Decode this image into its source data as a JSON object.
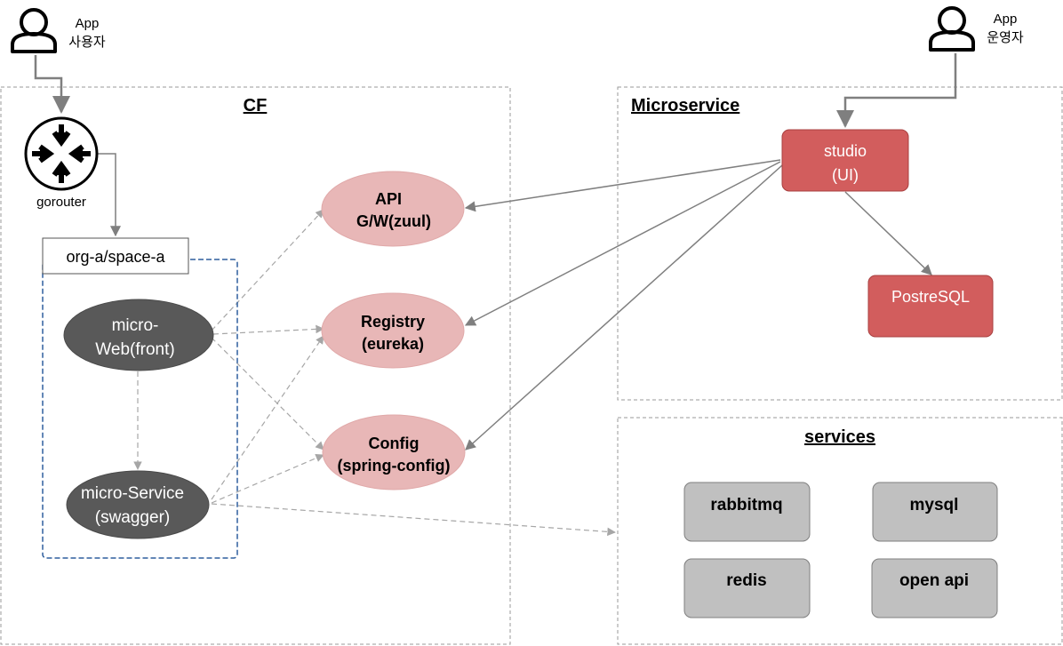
{
  "actors": {
    "app_user": {
      "line1": "App",
      "line2": "사용자"
    },
    "app_operator": {
      "line1": "App",
      "line2": "운영자"
    }
  },
  "regions": {
    "cf": "CF",
    "microservice": "Microservice",
    "services": "services"
  },
  "gorouter": {
    "label": "gorouter"
  },
  "space": {
    "label": "org-a/space-a"
  },
  "apps": {
    "micro_web": {
      "line1": "micro-",
      "line2": "Web(front)"
    },
    "micro_service": {
      "line1": "micro-Service",
      "line2": "(swagger)"
    }
  },
  "cf_components": {
    "api_gateway": {
      "line1": "API",
      "line2": "G/W(zuul)"
    },
    "registry": {
      "line1": "Registry",
      "line2": "(eureka)"
    },
    "config": {
      "line1": "Config",
      "line2": "(spring-config)"
    }
  },
  "microservice_components": {
    "studio": {
      "line1": "studio",
      "line2": "(UI)"
    },
    "postgresql": {
      "label": "PostreSQL"
    }
  },
  "backing_services": {
    "rabbitmq": "rabbitmq",
    "mysql": "mysql",
    "redis": "redis",
    "open_api": "open api"
  },
  "colors": {
    "cf_component_fill": "#e8b7b7",
    "app_fill": "#595959",
    "microservice_fill": "#d25d5d",
    "service_fill": "#c0c0c0",
    "space_border": "#2f5f9e"
  },
  "icons": {
    "user": "person-outline-icon",
    "router": "router-arrows-icon"
  }
}
